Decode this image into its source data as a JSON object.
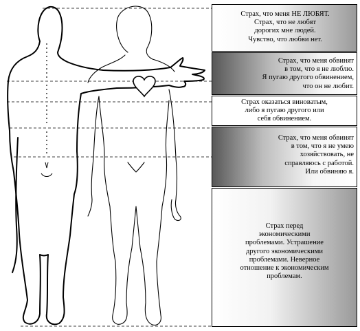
{
  "panels": [
    {
      "lines": [
        "Страх, что меня НЕ ЛЮБЯТ.",
        "Страх, что не любят",
        "дорогих мне людей.",
        "Чувство, что любви нет."
      ]
    },
    {
      "lines": [
        "Страх, что меня обвинят",
        "в том, что я не люблю.",
        "Я пугаю другого обвинением,",
        "что он не любит."
      ]
    },
    {
      "lines": [
        "Страх оказаться виноватым,",
        "либо я пугаю другого или",
        "себя обвинением."
      ]
    },
    {
      "lines": [
        "Страх, что меня обвинят",
        "в том, что я не умею",
        "хозяйствовать, не",
        "справляюсь с работой.",
        "Или обвиняю я."
      ]
    },
    {
      "lines": [
        "Страх перед",
        "экономическими",
        "проблемами. Устрашение",
        "другого экономическими",
        "проблемами. Неверное",
        "отношение к экономическим",
        "проблемам."
      ]
    }
  ],
  "icons": {
    "heart": "heart-icon"
  }
}
